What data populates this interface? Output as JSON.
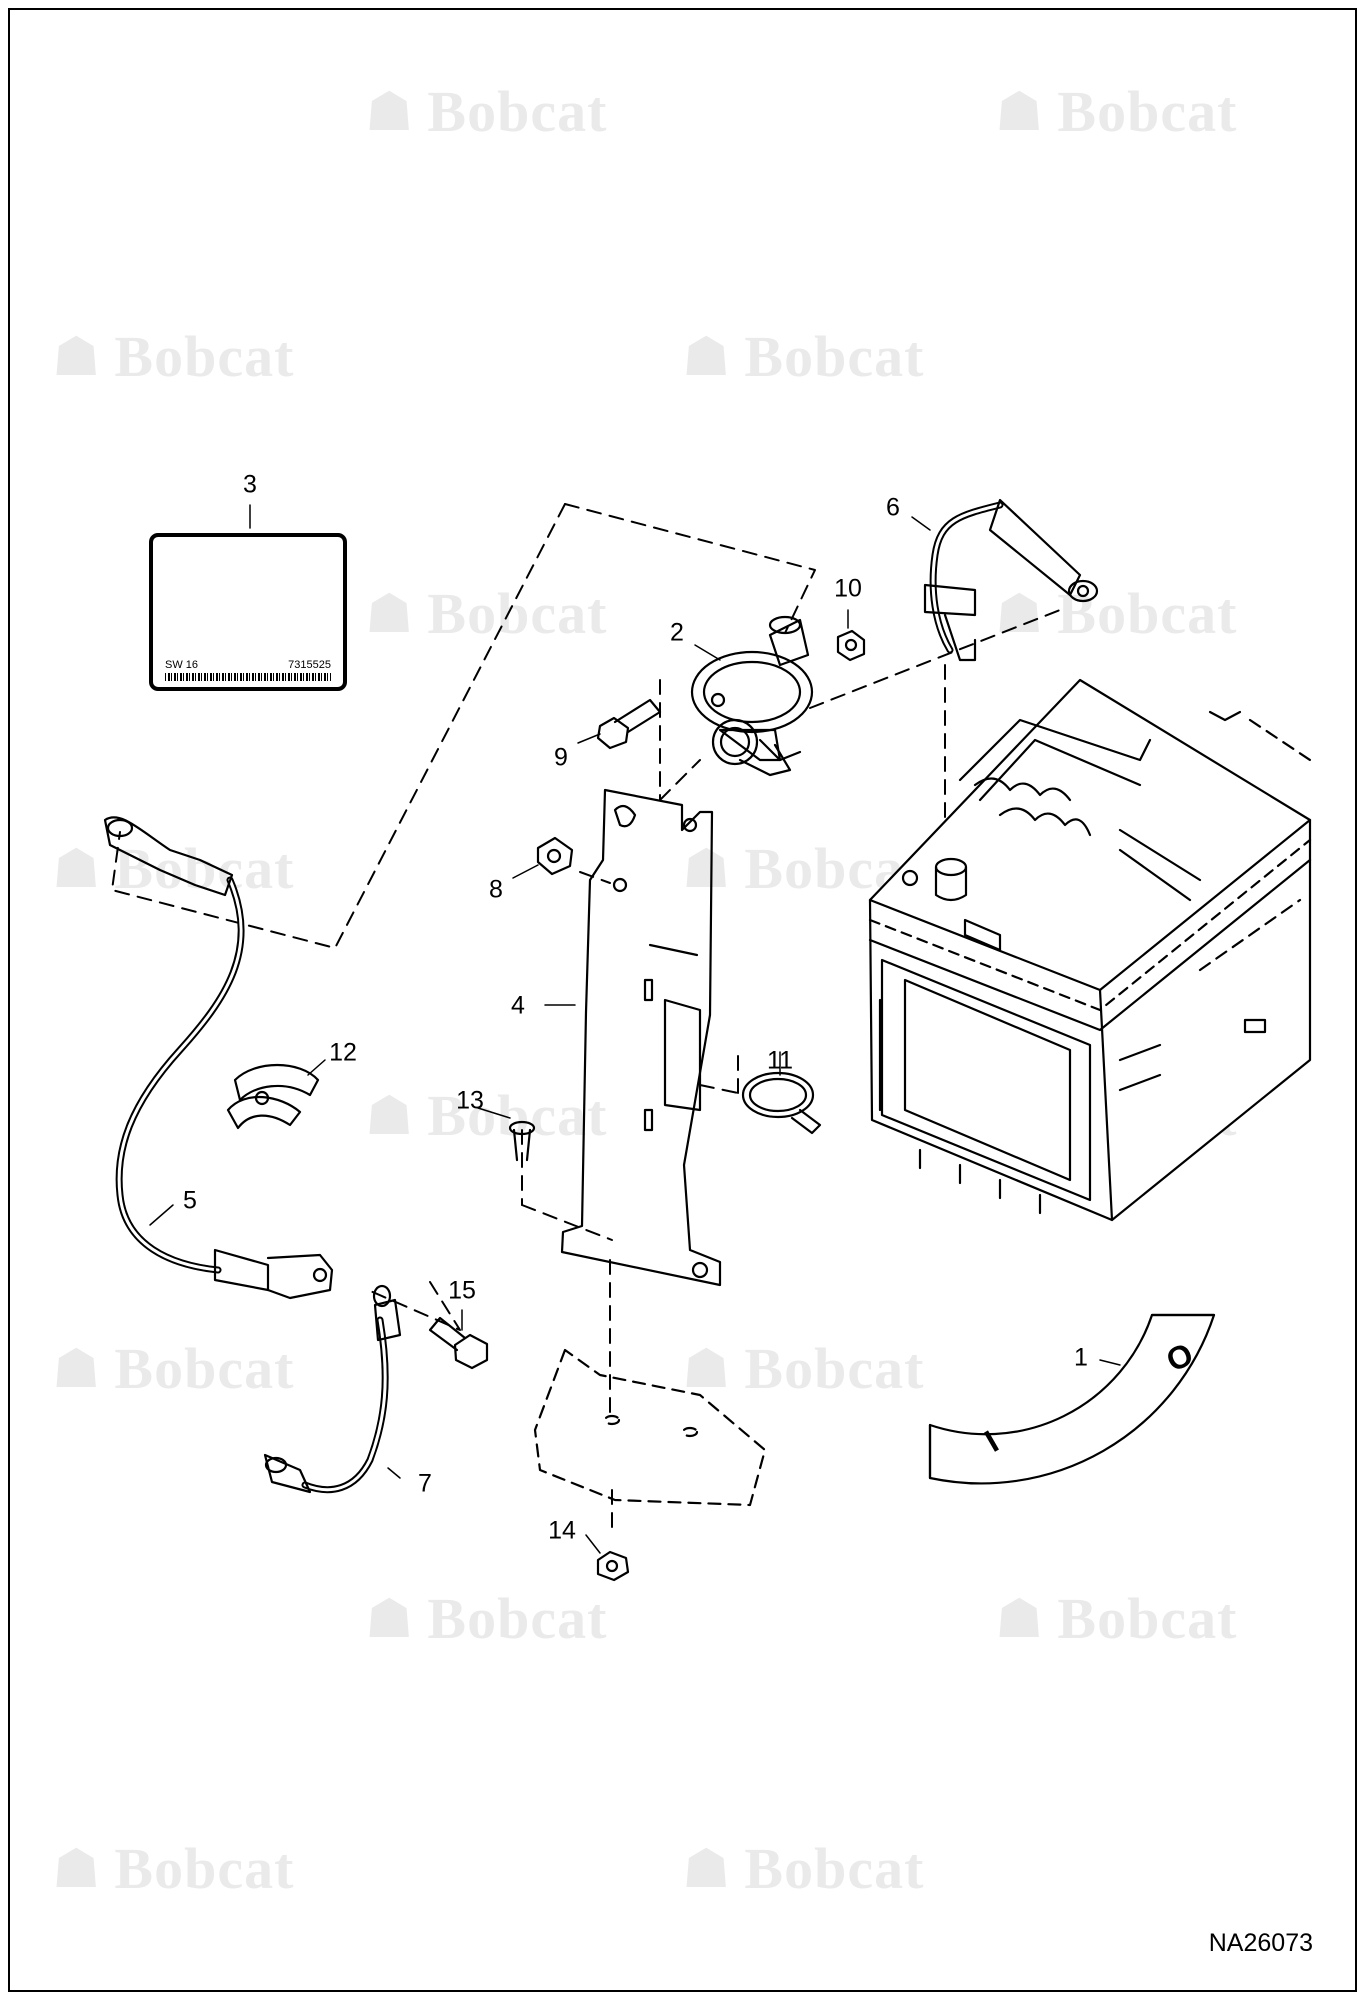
{
  "watermark": {
    "brand": "Bobcat",
    "icon": "bobcat-cat-head-icon",
    "positions": [
      "r1a",
      "r1b",
      "r2a",
      "r2b",
      "r3a",
      "r3b",
      "r4a",
      "r4b",
      "r5a",
      "r5b",
      "r6a",
      "r6b",
      "r7a",
      "r7b",
      "r8a",
      "r8b"
    ]
  },
  "diagram": {
    "drawing_id": "NA26073",
    "callouts": {
      "c1": "1",
      "c2": "2",
      "c3": "3",
      "c4": "4",
      "c5": "5",
      "c6": "6",
      "c7": "7",
      "c8": "8",
      "c9": "9",
      "c10": "10",
      "c11": "11",
      "c12": "12",
      "c13": "13",
      "c14": "14",
      "c15": "15"
    },
    "decal": {
      "code_left": "SW 16",
      "code_right": "7315525"
    },
    "switch_ring": {
      "off_mark": "O",
      "on_mark": "I"
    }
  },
  "colors": {
    "line": "#000000",
    "watermark": "#d9d9d9",
    "background": "#ffffff"
  }
}
